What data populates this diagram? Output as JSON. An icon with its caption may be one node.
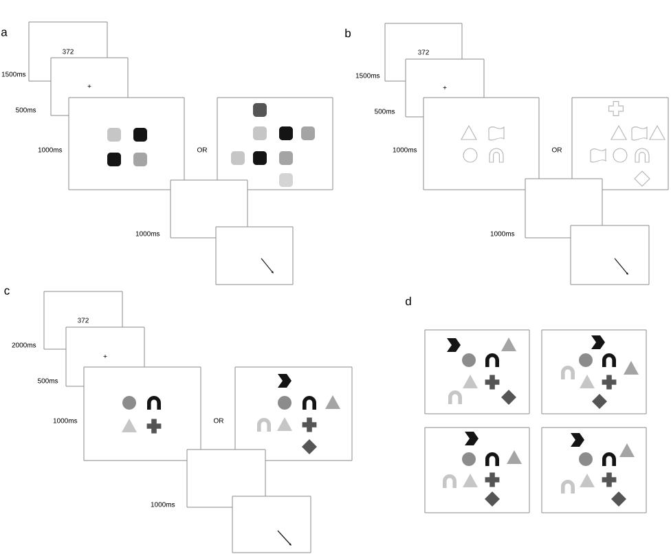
{
  "diagram": {
    "nodes": [
      {
        "text": [
          "372"
        ],
        "beside": [
          "1500ms"
        ]
      },
      {
        "text": [
          "+"
        ],
        "beside": [
          "500ms"
        ]
      },
      {
        "text": [],
        "shape": "box",
        "beside": [
          "1000ms"
        ]
      },
      {
        "text": [],
        "shape": "box"
      },
      {
        "text": [],
        "shape": "box",
        "beside": [
          "1000ms"
        ]
      },
      {
        "text": [],
        "shape": "box"
      },
      {
        "text": [
          "372"
        ],
        "beside": [
          "1500ms"
        ]
      },
      {
        "text": [
          "+"
        ],
        "beside": [
          "500ms"
        ]
      },
      {
        "text": [],
        "shape": "box",
        "beside": [
          "1000ms"
        ]
      },
      {
        "text": [],
        "shape": "box"
      },
      {
        "text": [],
        "shape": "box",
        "beside": [
          "1000ms"
        ]
      },
      {
        "text": [],
        "shape": "box"
      },
      {
        "text": [
          "372"
        ],
        "beside": [
          "2000ms"
        ]
      },
      {
        "text": [
          "+"
        ],
        "beside": [
          "500ms"
        ]
      },
      {
        "text": [],
        "shape": "box",
        "beside": [
          "1000ms"
        ]
      },
      {
        "text": [],
        "shape": "box"
      },
      {
        "text": [],
        "shape": "box",
        "beside": [
          "1000ms"
        ]
      },
      {
        "text": [],
        "shape": "box"
      },
      {
        "text": [],
        "shape": "box"
      },
      {
        "text": [],
        "shape": "box"
      },
      {
        "text": [],
        "shape": "box"
      },
      {
        "text": [],
        "shape": "box"
      }
    ],
    "labels": [
      "a",
      "OR",
      "b",
      "OR",
      "c",
      "OR",
      "d"
    ]
  }
}
